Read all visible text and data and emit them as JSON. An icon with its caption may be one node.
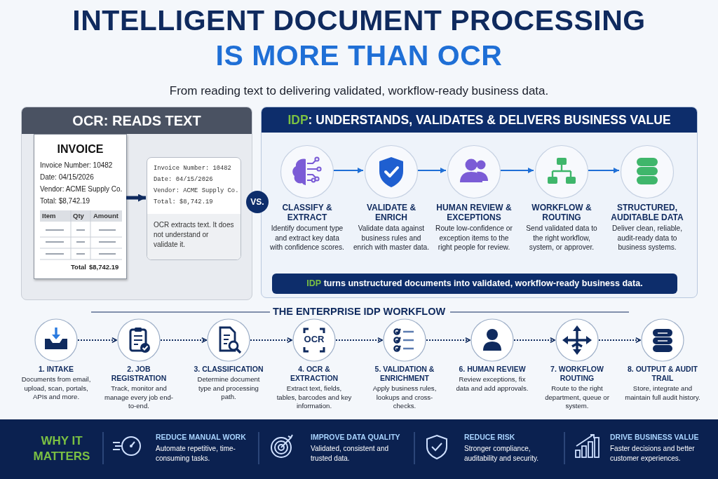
{
  "diagram": {
    "title": "INTELLIGENT DOCUMENT PROCESSING",
    "nodes": [
      {
        "text": [
          "OCR: READS TEXT"
        ]
      },
      {
        "text": [
          "INVOICE",
          "Invoice Number: 10482",
          "Date: 04/15/2026",
          "Vendor: ACME Supply Co.",
          "Total: $8,742.19",
          "Item",
          "Qty",
          "Amount",
          "Total",
          "$8,742.19"
        ],
        "in": 0
      },
      {
        "text": [
          "Invoice Number: 10482",
          "Date: 04/15/2026",
          "Vendor: ACME Supply Co.",
          "Total: $8,742.19",
          "OCR extracts text. It does not understand or validate it."
        ],
        "in": 0
      },
      {
        "text": [
          "VS."
        ]
      },
      {
        "text": [
          "**IDP**: UNDERSTANDS, VALIDATES & DELIVERS BUSINESS VALUE"
        ]
      },
      {
        "text": [
          "CLASSIFY & EXTRACT",
          "Identify document type and extract key data with confidence scores."
        ],
        "in": 4
      },
      {
        "text": [
          "VALIDATE & ENRICH",
          "Validate data against business rules and enrich with master data."
        ],
        "in": 4
      },
      {
        "text": [
          "HUMAN REVIEW & EXCEPTIONS",
          "Route low-confidence or exception items to the right people for review."
        ],
        "in": 4
      },
      {
        "text": [
          "WORKFLOW & ROUTING",
          "Send validated data to the right workflow, system, or approver."
        ],
        "in": 4
      },
      {
        "text": [
          "STRUCTURED, AUDITABLE DATA",
          "Deliver clean, reliable, audit-ready data to business systems."
        ],
        "in": 4
      },
      {
        "text": [
          "**IDP** turns unstructured documents into validated, workflow-ready business data."
        ],
        "in": 4
      },
      {
        "text": [
          "1. INTAKE",
          "Documents from email, upload, scan, portals, APIs and more."
        ]
      },
      {
        "text": [
          "2. JOB REGISTRATION",
          "Track, monitor and manage every job end-to-end."
        ]
      },
      {
        "text": [
          "3. CLASSIFICATION",
          "Determine document type and processing path."
        ]
      },
      {
        "text": [
          "4. OCR & EXTRACTION",
          "Extract text, fields, tables, barcodes and key information."
        ]
      },
      {
        "text": [
          "5. VALIDATION & ENRICHMENT",
          "Apply business rules, lookups and cross-checks."
        ]
      },
      {
        "text": [
          "6. HUMAN REVIEW",
          "Review exceptions, fix data and add approvals."
        ]
      },
      {
        "text": [
          "7. WORKFLOW ROUTING",
          "Route to the right department, queue or system."
        ]
      },
      {
        "text": [
          "8. OUTPUT & AUDIT TRAIL",
          "Store, integrate and maintain full audit history."
        ]
      }
    ],
    "edges": [
      {
        "from": 1,
        "to": 2,
        "arrow": "to",
        "style": "thick"
      },
      {
        "from": 5,
        "to": 6,
        "arrow": "to",
        "color": "#1f6fd6"
      },
      {
        "from": 6,
        "to": 7,
        "arrow": "to",
        "color": "#1f6fd6"
      },
      {
        "from": 7,
        "to": 8,
        "arrow": "to",
        "color": "#1f6fd6"
      },
      {
        "from": 8,
        "to": 9,
        "arrow": "to",
        "color": "#1f6fd6"
      },
      {
        "from": 11,
        "to": 12,
        "arrow": "to",
        "style": "dashed"
      },
      {
        "from": 12,
        "to": 13,
        "arrow": "to",
        "style": "dashed"
      },
      {
        "from": 13,
        "to": 14,
        "arrow": "to",
        "style": "dashed"
      },
      {
        "from": 14,
        "to": 15,
        "arrow": "to",
        "style": "dashed"
      },
      {
        "from": 15,
        "to": 16,
        "arrow": "to",
        "style": "dashed"
      },
      {
        "from": 16,
        "to": 17,
        "arrow": "to",
        "style": "dashed"
      },
      {
        "from": 17,
        "to": 18,
        "arrow": "to",
        "style": "dashed"
      }
    ],
    "labels": [
      "IS MORE THAN OCR",
      "From reading text to delivering validated, workflow-ready business data.",
      "THE ENTERPRISE IDP WORKFLOW",
      "OCR",
      "WHY IT MATTERS",
      "REDUCE MANUAL WORK",
      "Automate repetitive, time-consuming tasks.",
      "IMPROVE DATA QUALITY",
      "Validated, consistent and trusted data.",
      "REDUCE RISK",
      "Stronger compliance, auditability and security.",
      "DRIVE BUSINESS VALUE",
      "Faster decisions and better customer experiences."
    ]
  }
}
